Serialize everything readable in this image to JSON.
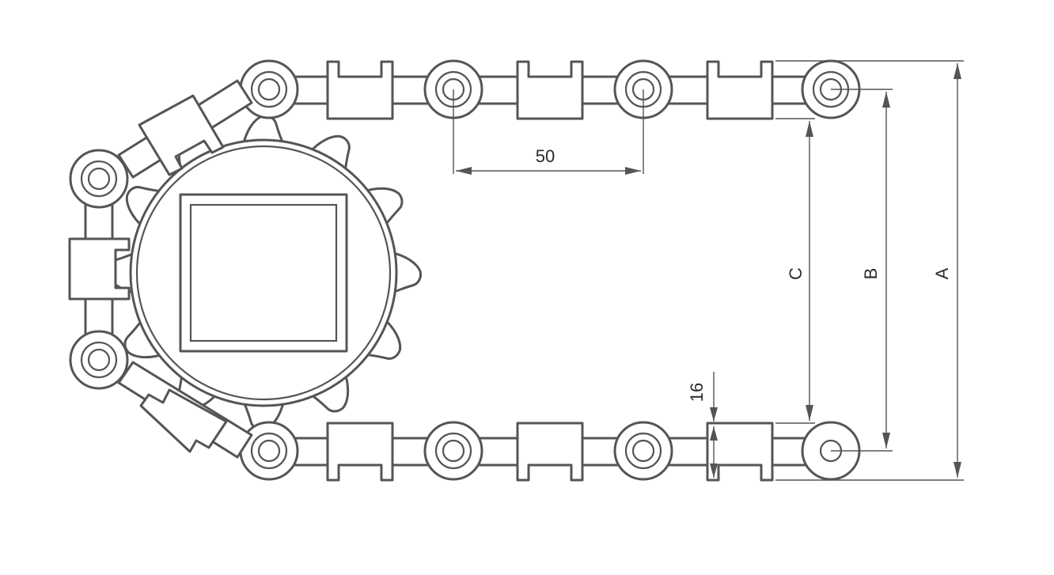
{
  "diagram": {
    "dimensions": {
      "pitch": "50",
      "thickness": "16",
      "height_a": "A",
      "height_b": "B",
      "height_c": "C"
    },
    "stroke_color": "#555555",
    "background_color": "#ffffff"
  }
}
